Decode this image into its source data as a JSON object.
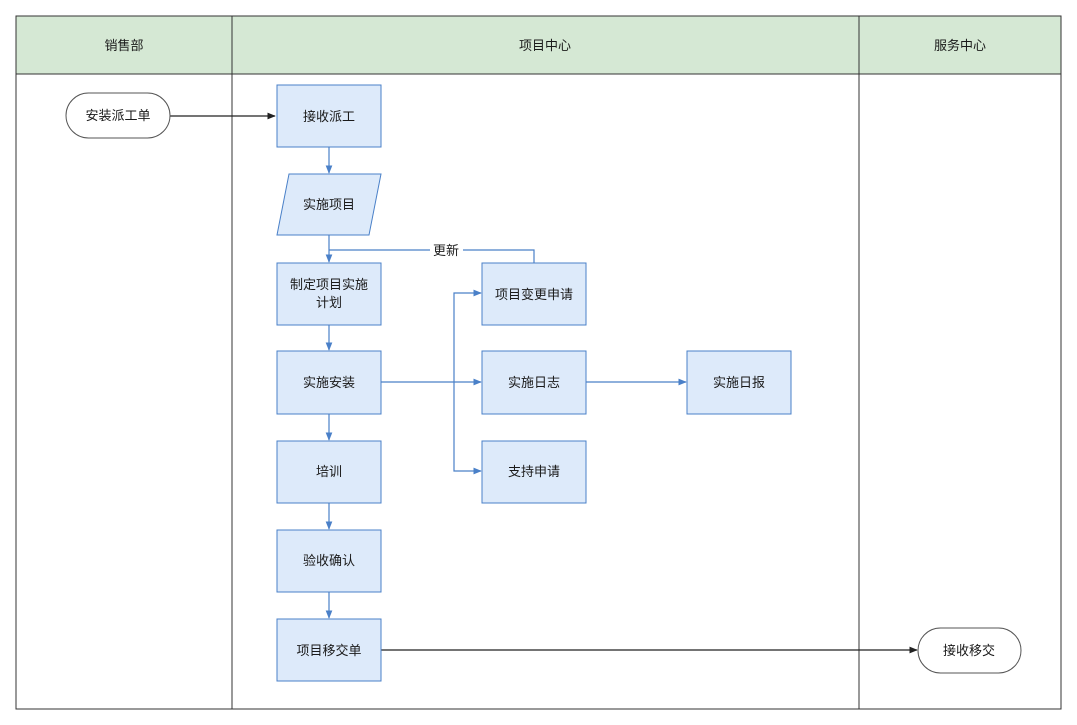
{
  "lanes": {
    "sales": "销售部",
    "project": "项目中心",
    "service": "服务中心"
  },
  "nodes": {
    "install_order": "安装派工单",
    "receive_dispatch": "接收派工",
    "implement_project": "实施项目",
    "make_plan_line1": "制定项目实施",
    "make_plan_line2": "计划",
    "change_request": "项目变更申请",
    "install": "实施安装",
    "impl_log": "实施日志",
    "daily_report": "实施日报",
    "support_request": "支持申请",
    "training": "培训",
    "acceptance": "验收确认",
    "handover_order": "项目移交单",
    "receive_handover": "接收移交"
  },
  "edges": {
    "update_label": "更新"
  },
  "colors": {
    "lane_header": "#d5e8d4",
    "process_fill": "#ddeafa",
    "process_stroke": "#4a80c8",
    "terminal_fill": "#ffffff"
  }
}
